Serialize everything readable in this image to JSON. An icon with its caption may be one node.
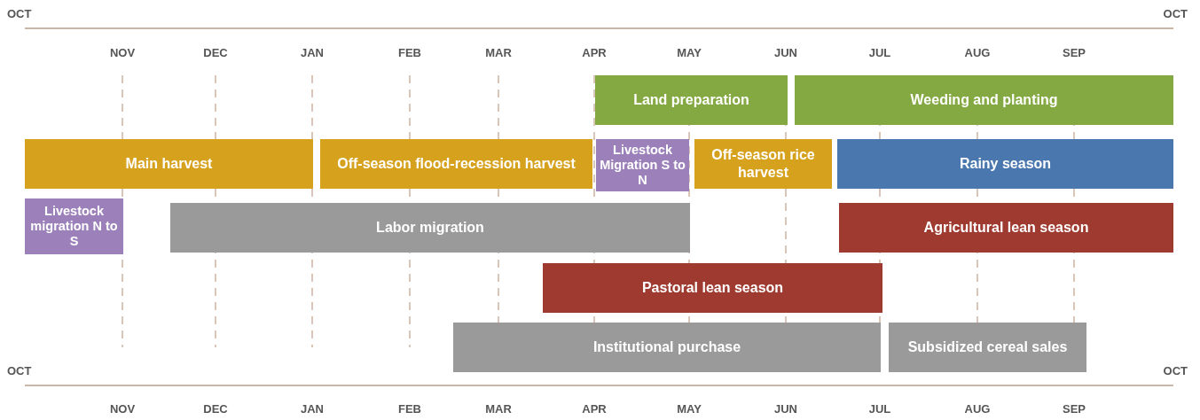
{
  "diagram": {
    "nodes": [
      {
        "text": [
          "Land preparation"
        ]
      },
      {
        "text": [
          "Weeding and planting"
        ]
      },
      {
        "text": [
          "Main harvest"
        ]
      },
      {
        "text": [
          "Off-season flood-recession harvest"
        ]
      },
      {
        "text": [
          "Livestock Migration S to N"
        ]
      },
      {
        "text": [
          "Off-season rice harvest"
        ]
      },
      {
        "text": [
          "Rainy season"
        ]
      },
      {
        "text": [
          "Livestock migration N to S"
        ]
      },
      {
        "text": [
          "Labor migration"
        ]
      },
      {
        "text": [
          "Agricultural lean season"
        ]
      },
      {
        "text": [
          "Pastoral lean season"
        ]
      },
      {
        "text": [
          "Institutional purchase"
        ]
      },
      {
        "text": [
          "Subsidized cereal sales"
        ]
      }
    ],
    "edges": [],
    "labels": [
      "OCT",
      "OCT",
      "NOV",
      "DEC",
      "JAN",
      "FEB",
      "MAR",
      "APR",
      "MAY",
      "JUN",
      "JUL",
      "AUG",
      "SEP",
      "OCT",
      "OCT",
      "NOV",
      "DEC",
      "JAN",
      "FEB",
      "MAR",
      "APR",
      "MAY",
      "JUN",
      "JUL",
      "AUG",
      "SEP"
    ]
  }
}
